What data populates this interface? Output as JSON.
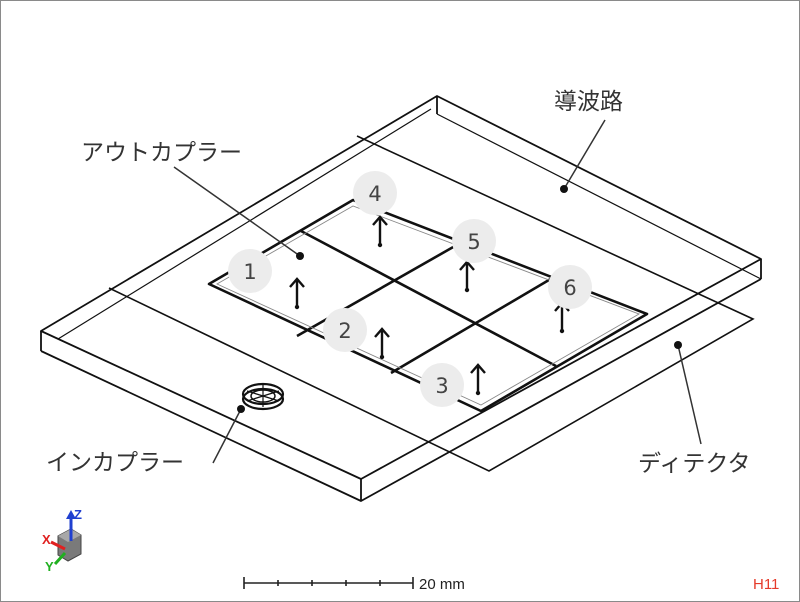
{
  "labels": {
    "waveguide": "導波路",
    "out_coupler": "アウトカプラー",
    "in_coupler": "インカプラー",
    "detector": "ディテクタ"
  },
  "cells": [
    {
      "num": "1"
    },
    {
      "num": "2"
    },
    {
      "num": "3"
    },
    {
      "num": "4"
    },
    {
      "num": "5"
    },
    {
      "num": "6"
    }
  ],
  "scale_bar": {
    "label": "20 mm"
  },
  "view_id": "H11",
  "axes": {
    "x": "X",
    "y": "Y",
    "z": "Z"
  },
  "colors": {
    "line": "#111111",
    "leader": "#333333",
    "badge_fill": "#ececec",
    "view_id": "#e53a2a",
    "axis_x": "#e02020",
    "axis_y": "#20b020",
    "axis_z": "#2040d0"
  }
}
